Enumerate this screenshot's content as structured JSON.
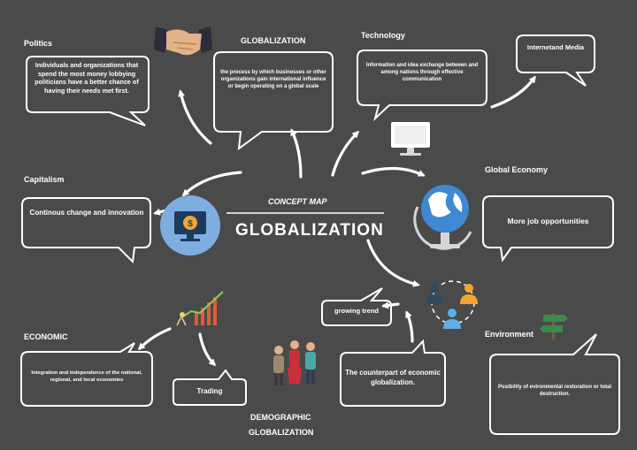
{
  "center": {
    "title": "GLOBALIZATION",
    "subtitle": "CONCEPT MAP"
  },
  "labels": {
    "politics": "Politics",
    "globalization": "GLOBALIZATION",
    "technology": "Technology",
    "capitalism": "Capitalism",
    "global_economy": "Global Economy",
    "economic": "ECONOMIC",
    "environment": "Environment",
    "demographic_1": "DEMOGRAPHIC",
    "demographic_2": "GLOBALIZATION"
  },
  "boxes": {
    "politics": "Individuals and organizations that spend the most money lobbying politicians have a better chance of having their needs met first.",
    "globalization": "the process by which businesses or other organizations gain international influence or begin operating on a global scale",
    "technology": "Information and idea exchange between and among nations through effective communication",
    "internet": "Internetand Media",
    "capitalism": "Continous change and innovation",
    "global_economy": "More job opportunities",
    "growing": "growing trend",
    "counterpart": "The counterpart of economic globalization.",
    "economic": "Integration and independence of the national, regional, and local economies",
    "trading": "Trading",
    "environment": "Posibility of evironmental restoration or total destruction."
  },
  "icons": [
    "handshake-icon",
    "monitor-icon",
    "globe-icon",
    "dollar-monitor-icon",
    "growth-chart-icon",
    "people-network-icon",
    "signpost-icon",
    "people-group-icon"
  ],
  "colors": {
    "background": "#4a4a4a",
    "accent_blue": "#6ea3d8",
    "stroke": "#ffffff"
  }
}
